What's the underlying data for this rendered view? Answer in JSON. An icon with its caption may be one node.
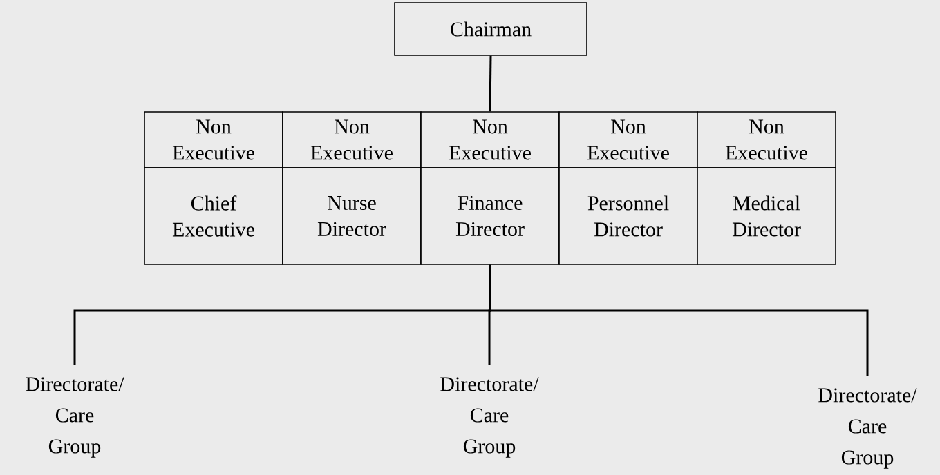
{
  "diagram": {
    "nodes": [
      {
        "text": [
          "Chairman"
        ]
      },
      {
        "text": [
          "Non Executive"
        ]
      },
      {
        "text": [
          "Non Executive"
        ]
      },
      {
        "text": [
          "Non Executive"
        ]
      },
      {
        "text": [
          "Non Executive"
        ]
      },
      {
        "text": [
          "Non Executive"
        ]
      },
      {
        "text": [
          "Chief Executive"
        ]
      },
      {
        "text": [
          "Nurse Director"
        ]
      },
      {
        "text": [
          "Finance Director"
        ]
      },
      {
        "text": [
          "Personnel Director"
        ]
      },
      {
        "text": [
          "Medical Director"
        ]
      },
      {
        "text": [
          "Directorate/ Care Group"
        ]
      },
      {
        "text": [
          "Directorate/ Care Group"
        ]
      },
      {
        "text": [
          "Directorate/ Care Group"
        ]
      }
    ],
    "edges": [
      {
        "from": 0,
        "to": 3,
        "arrow": "none"
      },
      {
        "from": 8,
        "to": 11,
        "arrow": "none"
      },
      {
        "from": 8,
        "to": 12,
        "arrow": "none"
      },
      {
        "from": 8,
        "to": 13,
        "arrow": "none"
      }
    ]
  }
}
